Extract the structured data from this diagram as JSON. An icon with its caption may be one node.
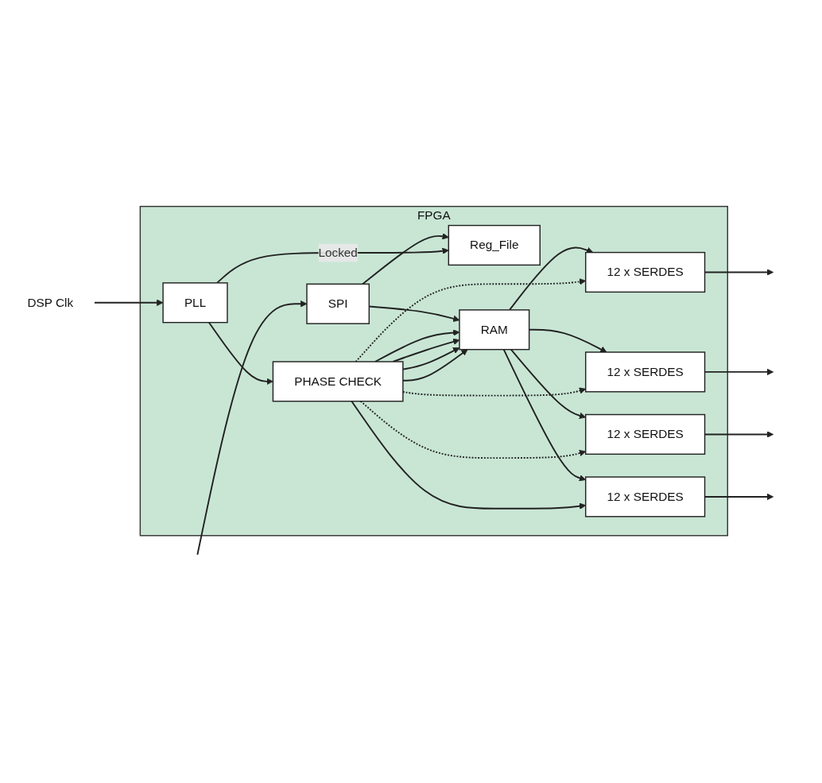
{
  "diagram": {
    "nodes": [
      {
        "text": [
          "FPGA"
        ]
      },
      {
        "text": [
          "SPI"
        ],
        "in": 0
      },
      {
        "text": [
          "RAM"
        ],
        "in": 0
      },
      {
        "text": [
          "12 x SERDES"
        ],
        "in": 0
      },
      {
        "text": [
          "12 x SERDES"
        ],
        "in": 0
      },
      {
        "text": [
          "Reg_File"
        ],
        "in": 0
      },
      {
        "text": [
          "12 x SERDES"
        ],
        "in": 0
      },
      {
        "text": [
          "12 x SERDES"
        ],
        "in": 0
      },
      {
        "text": [
          "PLL"
        ],
        "in": 0
      },
      {
        "text": [
          "PHASE CHECK"
        ],
        "in": 0
      },
      {
        "text": [
          "DSP Clk"
        ]
      }
    ],
    "edges": [
      {
        "from": null,
        "to": 1,
        "arrow": "to"
      },
      {
        "from": 1,
        "to": 2,
        "arrow": "to"
      },
      {
        "from": 1,
        "to": 5,
        "arrow": "to"
      },
      {
        "from": 2,
        "to": 3,
        "arrow": "to"
      },
      {
        "from": 2,
        "to": 4,
        "arrow": "to"
      },
      {
        "from": 2,
        "to": 6,
        "arrow": "to"
      },
      {
        "from": 2,
        "to": 7,
        "arrow": "to"
      },
      {
        "from": 3,
        "to": null,
        "arrow": "to"
      },
      {
        "from": 4,
        "to": null,
        "arrow": "to"
      },
      {
        "from": 6,
        "to": null,
        "arrow": "to"
      },
      {
        "from": 7,
        "to": null,
        "arrow": "to"
      },
      {
        "from": 8,
        "to": 5,
        "label": "Locked",
        "arrow": "to"
      },
      {
        "from": 10,
        "to": 8,
        "arrow": "to"
      },
      {
        "from": 8,
        "to": 9,
        "arrow": "to"
      },
      {
        "from": 9,
        "to": 2,
        "arrow": "to"
      },
      {
        "from": 9,
        "to": 2,
        "arrow": "to"
      },
      {
        "from": 9,
        "to": 2,
        "arrow": "to"
      },
      {
        "from": 9,
        "to": 2,
        "arrow": "to"
      },
      {
        "from": 9,
        "to": 3,
        "arrow": "to",
        "style": "dashed"
      },
      {
        "from": 9,
        "to": 4,
        "arrow": "to",
        "style": "dashed"
      },
      {
        "from": 9,
        "to": 6,
        "arrow": "to",
        "style": "dashed"
      },
      {
        "from": 9,
        "to": 7,
        "arrow": "to"
      }
    ]
  }
}
